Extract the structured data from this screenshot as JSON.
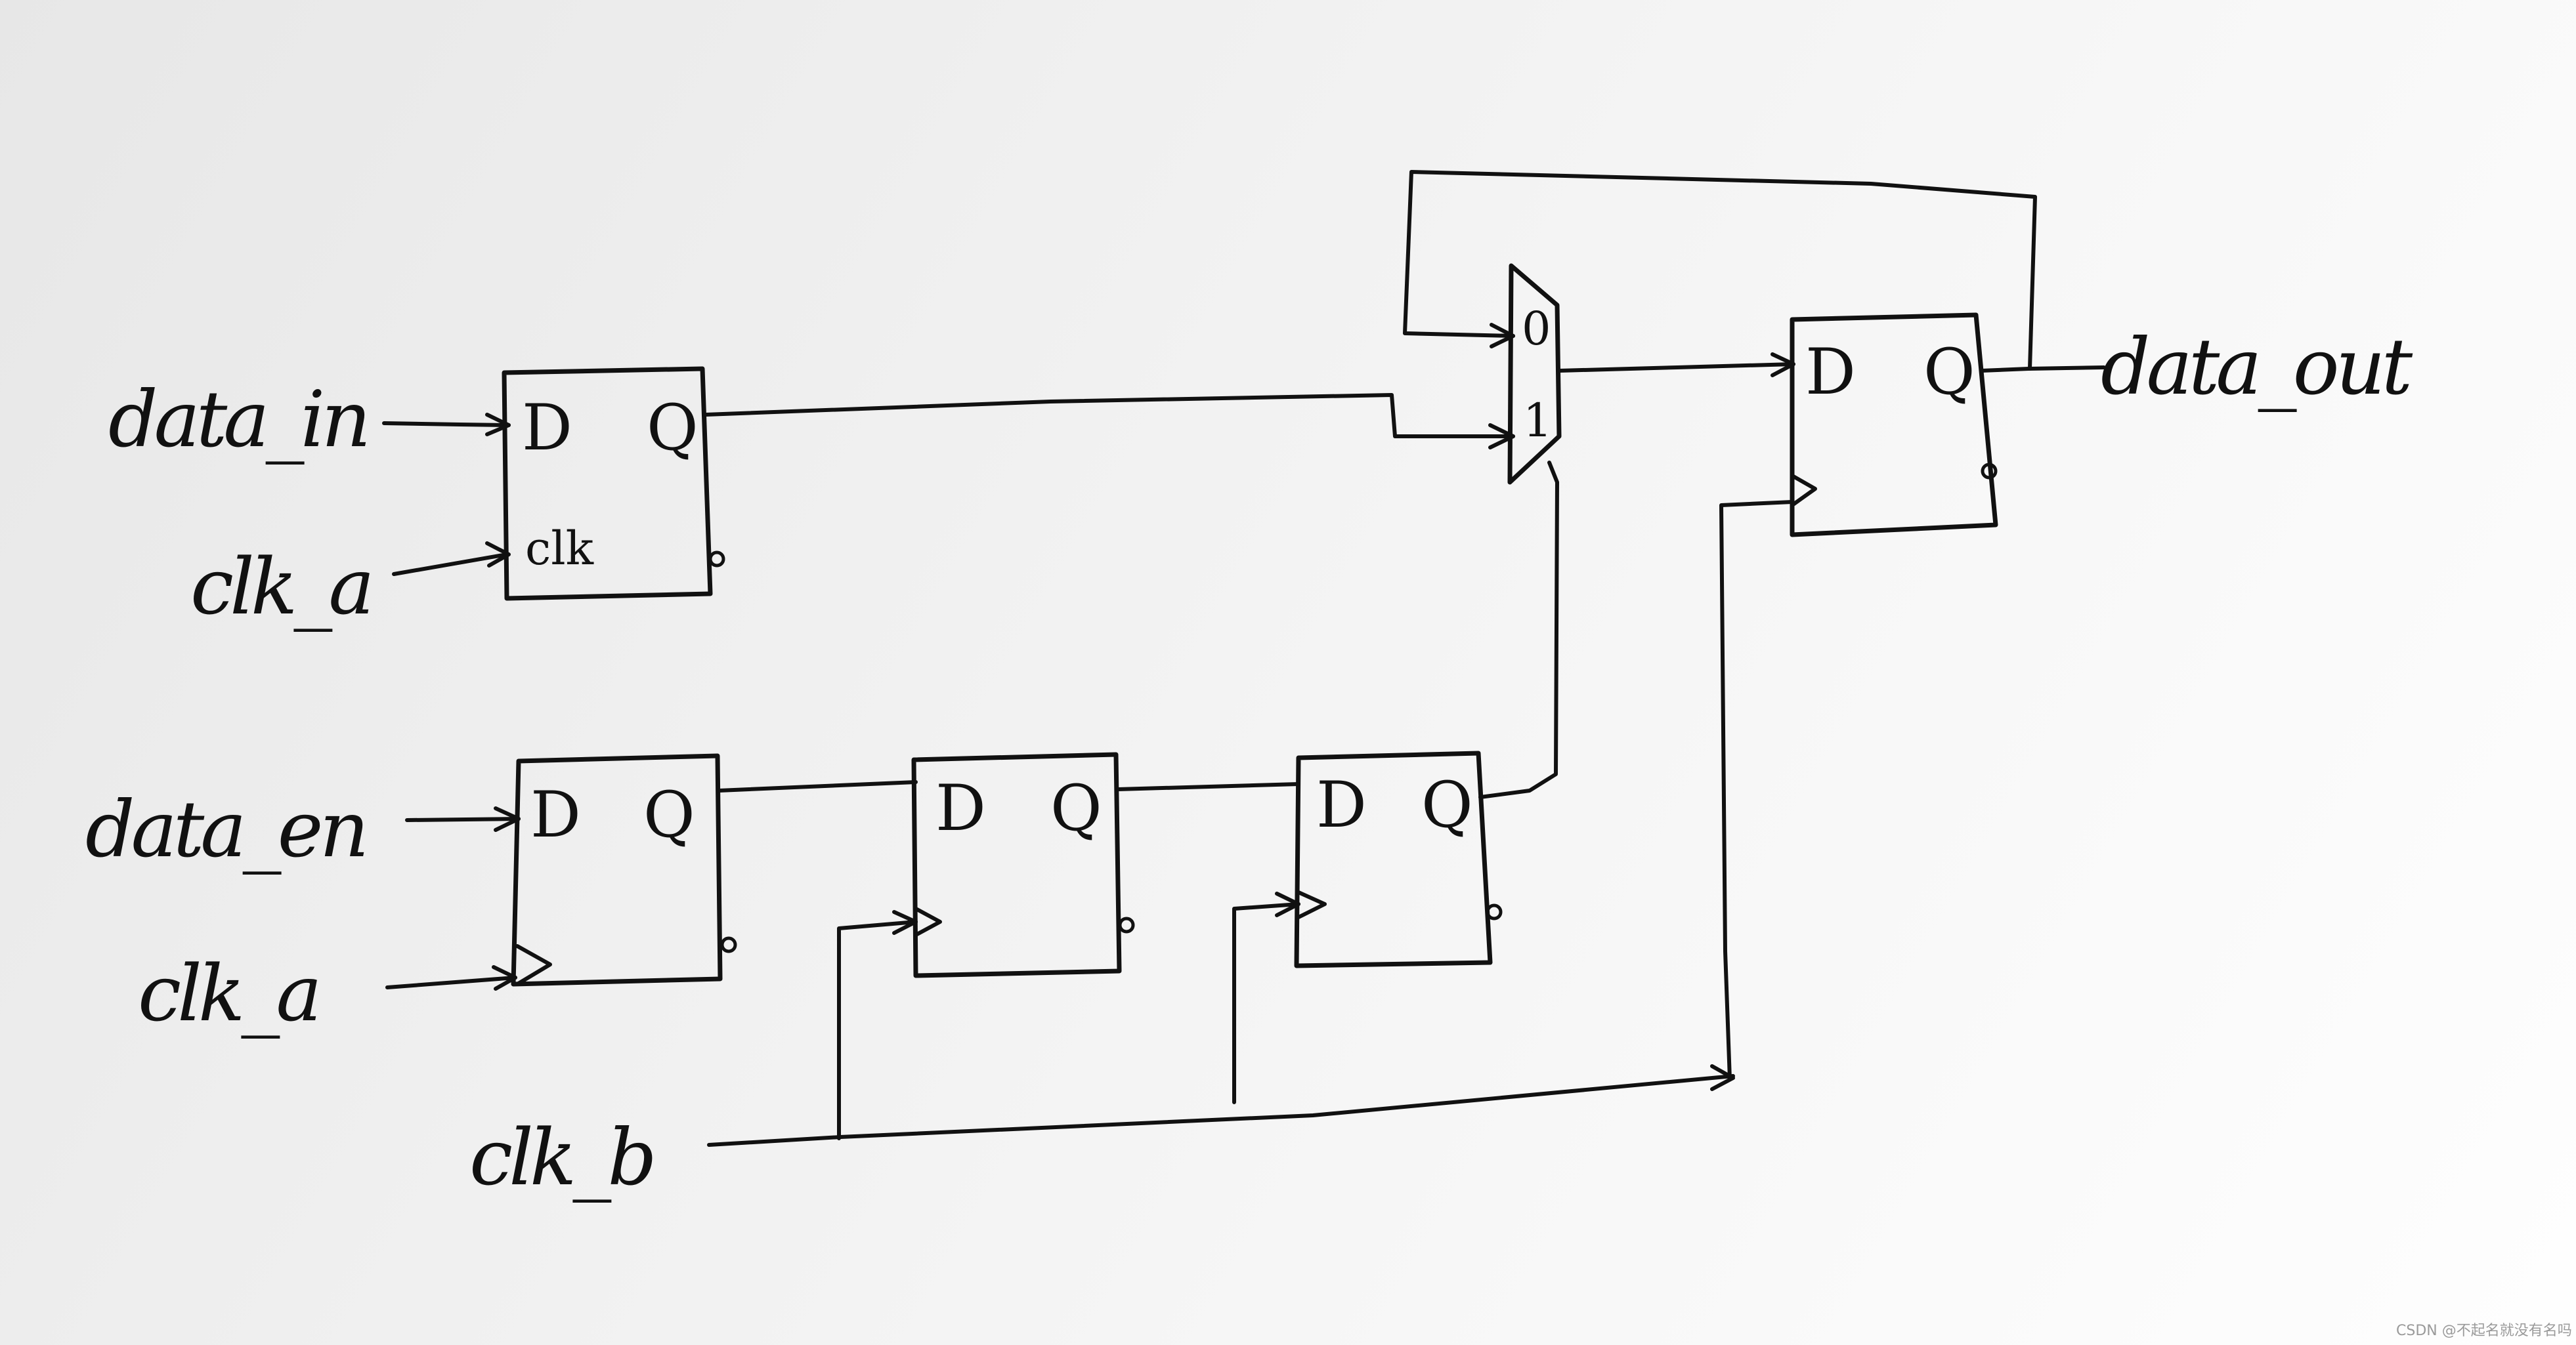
{
  "signals": {
    "data_in": "data_in",
    "clk_a_1": "clk_a",
    "data_en": "data_en",
    "clk_a_2": "clk_a",
    "clk_b": "clk_b",
    "data_out": "data_out"
  },
  "pins": {
    "d": "D",
    "q": "Q",
    "clk": "clk",
    "mux_sel0": "0",
    "mux_sel1": "1"
  },
  "watermark": "CSDN @不起名就没有名吗"
}
